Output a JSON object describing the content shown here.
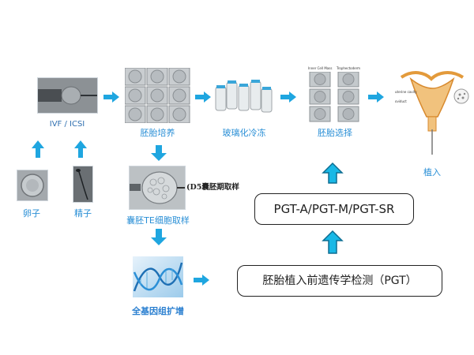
{
  "nodes": {
    "ivf_icsi": "IVF / ICSI",
    "embryo_culture": "胚胎培养",
    "vitrification": "玻璃化冷冻",
    "embryo_selection": "胚胎选择",
    "transfer": "植入",
    "egg": "卵子",
    "sperm": "精子",
    "te_biopsy": "囊胚TE细胞取样",
    "d5_note": "(D5囊胚期取样",
    "wga": "全基因组扩增"
  },
  "boxes": {
    "pgt_types": "PGT-A/PGT-M/PGT-SR",
    "pgt_full": "胚胎植入前遗传学检测（PGT）"
  },
  "thumb_labels": {
    "inner_cell_mass": "Inner Cell Mass",
    "trophectoderm": "Trophectoderm",
    "uterine_cavity": "uterine cavity",
    "oviduct": "oviduct"
  },
  "colors": {
    "arrow": "#1fa6e0",
    "label": "#2a8fd6",
    "box_border": "#222222"
  }
}
